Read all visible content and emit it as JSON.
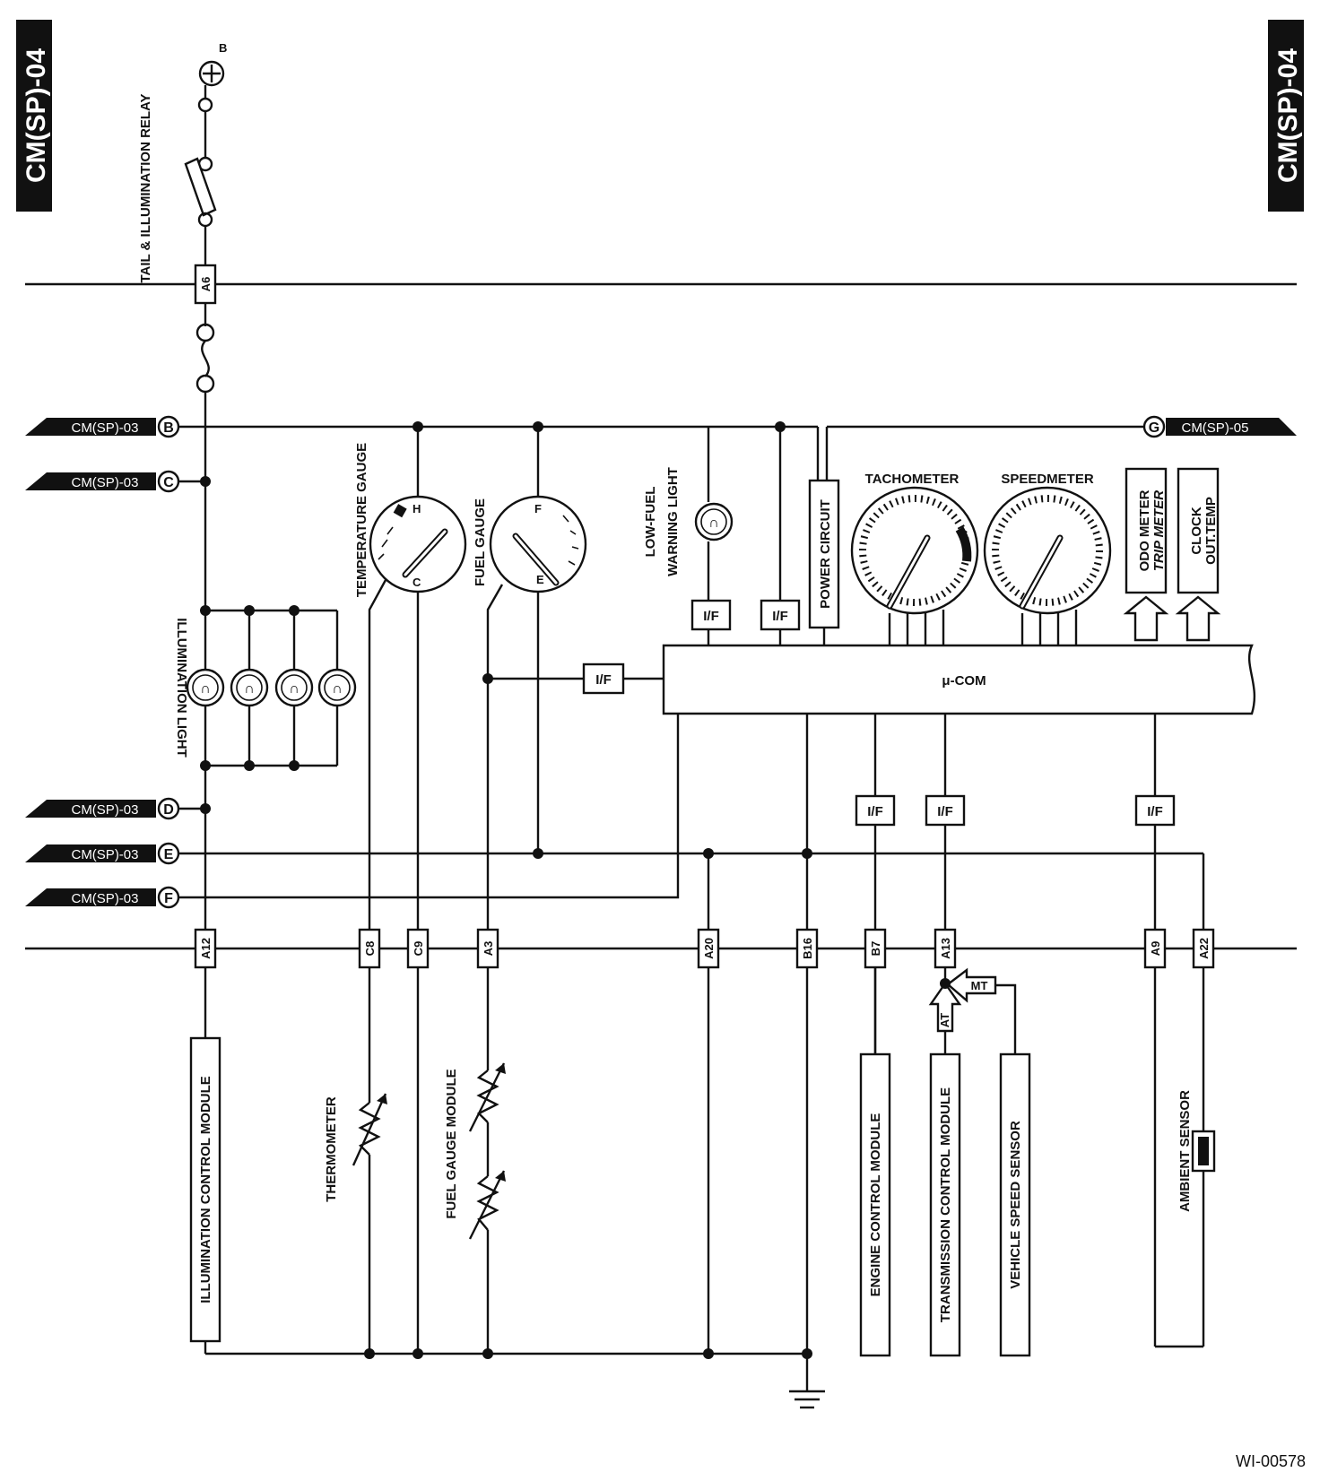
{
  "page": {
    "corner_left": "CM(SP)-04",
    "corner_right": "CM(SP)-04",
    "figure_id": "WI-00578"
  },
  "power": {
    "battery": "B",
    "relay": "TAIL & ILLUMINATION RELAY"
  },
  "connectors": {
    "B": {
      "ref": "CM(SP)-03",
      "letter": "B"
    },
    "C": {
      "ref": "CM(SP)-03",
      "letter": "C"
    },
    "D": {
      "ref": "CM(SP)-03",
      "letter": "D"
    },
    "E": {
      "ref": "CM(SP)-03",
      "letter": "E"
    },
    "F": {
      "ref": "CM(SP)-03",
      "letter": "F"
    },
    "G": {
      "ref": "CM(SP)-05",
      "letter": "G"
    }
  },
  "pins": {
    "a6": "A6",
    "a12": "A12",
    "c8": "C8",
    "c9": "C9",
    "a3": "A3",
    "a20": "A20",
    "b16": "B16",
    "b7": "B7",
    "a13": "A13",
    "a9": "A9",
    "a22": "A22"
  },
  "gauges": {
    "temperature": "TEMPERATURE GAUGE",
    "temp_hot": "H",
    "temp_cold": "C",
    "fuel": "FUEL GAUGE",
    "fuel_full": "F",
    "fuel_empty": "E",
    "tachometer": "TACHOMETER",
    "speedometer": "SPEEDMETER"
  },
  "blocks": {
    "illumination_light": "ILLUMINATION LIGHT",
    "low_fuel": "LOW-FUEL",
    "warning_light": "WARNING LIGHT",
    "power_circuit": "POWER CIRCUIT",
    "odo_meter": "ODO METER",
    "trip_meter": "TRIP METER",
    "clock": "CLOCK",
    "out_temp": "OUT.TEMP",
    "mcom": "μ-COM",
    "interface": "I/F"
  },
  "modules": {
    "illumination_control": "ILLUMINATION CONTROL MODULE",
    "thermometer": "THERMOMETER",
    "fuel_gauge_module": "FUEL GAUGE MODULE",
    "engine_control": "ENGINE CONTROL MODULE",
    "transmission_control": "TRANSMISSION CONTROL MODULE",
    "vehicle_speed_sensor": "VEHICLE SPEED SENSOR",
    "ambient_sensor": "AMBIENT SENSOR",
    "at": "AT",
    "mt": "MT"
  }
}
